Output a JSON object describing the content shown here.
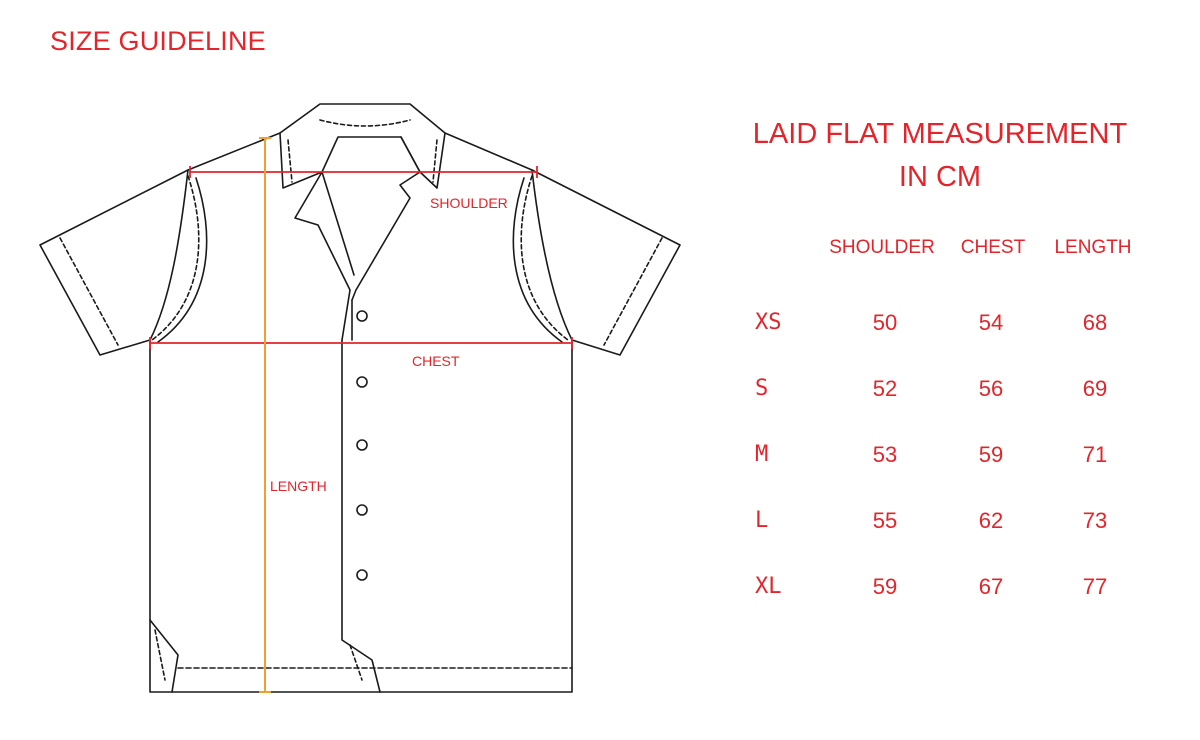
{
  "page": {
    "title": "SIZE GUIDELINE",
    "accent_color": "#e3242b",
    "length_marker_color": "#f0a030"
  },
  "diagram": {
    "labels": {
      "shoulder": "SHOULDER",
      "chest": "CHEST",
      "length": "LENGTH"
    }
  },
  "table": {
    "title_line1": "LAID FLAT MEASUREMENT",
    "title_line2": "IN CM",
    "columns": [
      "SHOULDER",
      "CHEST",
      "LENGTH"
    ],
    "rows": [
      {
        "size": "XS",
        "values": [
          "50",
          "54",
          "68"
        ]
      },
      {
        "size": "S",
        "values": [
          "52",
          "56",
          "69"
        ]
      },
      {
        "size": "M",
        "values": [
          "53",
          "59",
          "71"
        ]
      },
      {
        "size": "L",
        "values": [
          "55",
          "62",
          "73"
        ]
      },
      {
        "size": "XL",
        "values": [
          "59",
          "67",
          "77"
        ]
      }
    ]
  }
}
